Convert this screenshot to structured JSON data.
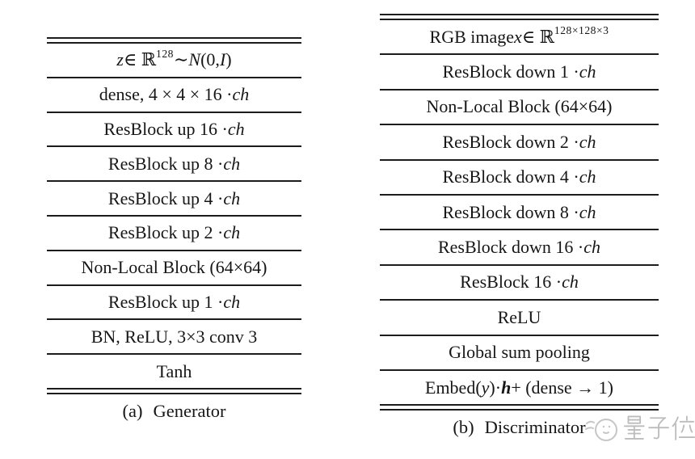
{
  "page": {
    "background": "#ffffff",
    "text_color": "#161616",
    "rule_color": "#1c1c1c"
  },
  "tables": [
    {
      "name": "generator",
      "caption_label": "(a)",
      "caption_text": "Generator",
      "rows": [
        [
          {
            "st": "i",
            "t": "z"
          },
          {
            "t": " ∈ ℝ"
          },
          {
            "st": "sup",
            "t": "128"
          },
          {
            "t": " ∼ "
          },
          {
            "st": "cal",
            "t": "N"
          },
          {
            "t": "(0, "
          },
          {
            "st": "i",
            "t": "I"
          },
          {
            "t": ")"
          }
        ],
        [
          {
            "t": "dense, 4 × 4 × 16 · "
          },
          {
            "st": "i",
            "t": "ch"
          }
        ],
        [
          {
            "t": "ResBlock up 16 · "
          },
          {
            "st": "i",
            "t": "ch"
          }
        ],
        [
          {
            "t": "ResBlock up 8 · "
          },
          {
            "st": "i",
            "t": "ch"
          }
        ],
        [
          {
            "t": "ResBlock up 4 · "
          },
          {
            "st": "i",
            "t": "ch"
          }
        ],
        [
          {
            "t": "ResBlock up 2 · "
          },
          {
            "st": "i",
            "t": "ch"
          }
        ],
        [
          {
            "t": "Non-Local Block (64×64)"
          }
        ],
        [
          {
            "t": "ResBlock up 1 · "
          },
          {
            "st": "i",
            "t": "ch"
          }
        ],
        [
          {
            "t": "BN, ReLU, 3×3 conv 3"
          }
        ],
        [
          {
            "t": "Tanh"
          }
        ]
      ]
    },
    {
      "name": "discriminator",
      "caption_label": "(b)",
      "caption_text": "Discriminator",
      "rows": [
        [
          {
            "t": "RGB image "
          },
          {
            "st": "i",
            "t": "x"
          },
          {
            "t": " ∈ ℝ"
          },
          {
            "st": "sup",
            "t": "128×128×3"
          }
        ],
        [
          {
            "t": "ResBlock down 1 · "
          },
          {
            "st": "i",
            "t": "ch"
          }
        ],
        [
          {
            "t": "Non-Local Block (64×64)"
          }
        ],
        [
          {
            "t": "ResBlock down 2 · "
          },
          {
            "st": "i",
            "t": "ch"
          }
        ],
        [
          {
            "t": "ResBlock down 4 · "
          },
          {
            "st": "i",
            "t": "ch"
          }
        ],
        [
          {
            "t": "ResBlock down 8 · "
          },
          {
            "st": "i",
            "t": "ch"
          }
        ],
        [
          {
            "t": "ResBlock down 16 · "
          },
          {
            "st": "i",
            "t": "ch"
          }
        ],
        [
          {
            "t": "ResBlock 16 · "
          },
          {
            "st": "i",
            "t": "ch"
          }
        ],
        [
          {
            "t": "ReLU"
          }
        ],
        [
          {
            "t": "Global sum pooling"
          }
        ],
        [
          {
            "t": "Embed("
          },
          {
            "st": "i",
            "t": "y"
          },
          {
            "t": ")·"
          },
          {
            "st": "bi",
            "t": "h"
          },
          {
            "t": " + (dense → 1)"
          }
        ]
      ]
    }
  ],
  "watermark": {
    "text": "量子位",
    "icon": "qbitai-mascot-icon",
    "color": "#bcbcbc"
  }
}
